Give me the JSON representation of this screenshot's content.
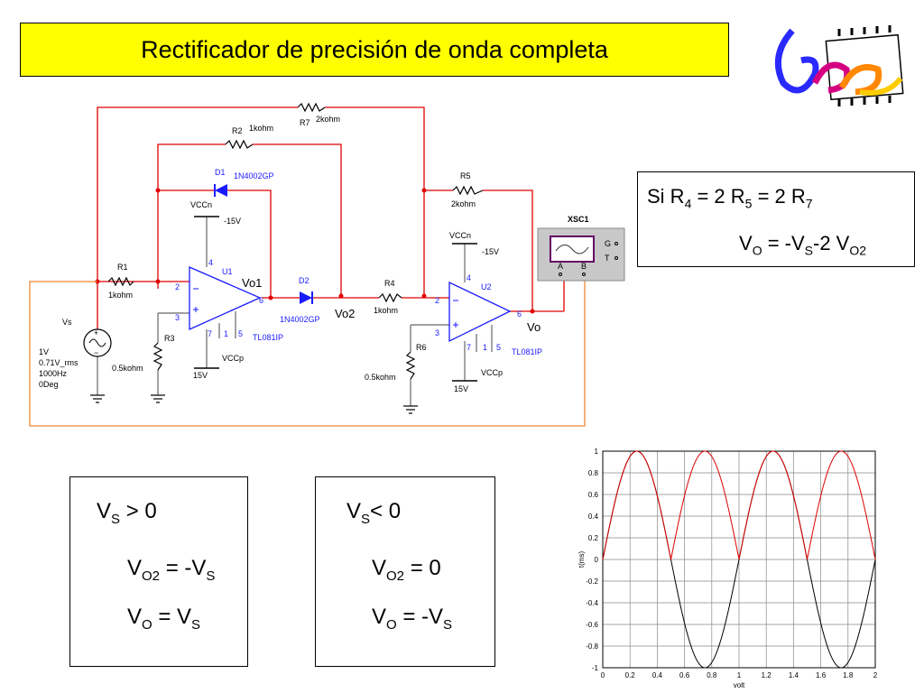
{
  "title": "Rectificador de precisión de onda completa",
  "circuit": {
    "r1": {
      "name": "R1",
      "value": "1kohm"
    },
    "r2": {
      "name": "R2",
      "value": "1kohm"
    },
    "r3": {
      "name": "R3",
      "value": "0.5kohm"
    },
    "r4": {
      "name": "R4",
      "value": "1kohm"
    },
    "r5": {
      "name": "R5",
      "value": "2kohm"
    },
    "r6": {
      "name": "R6",
      "value": "0.5kohm"
    },
    "r7": {
      "name": "R7",
      "value": "2kohm"
    },
    "d1": {
      "name": "D1",
      "part": "1N4002GP"
    },
    "d2": {
      "name": "D2",
      "part": "1N4002GP"
    },
    "u1": {
      "name": "U1",
      "part": "TL081IP",
      "pin_minus": "2",
      "pin_plus": "3",
      "pin_out": "6",
      "pin_top": "4",
      "pin_b1": "7",
      "pin_b2": "1",
      "pin_b3": "5"
    },
    "u2": {
      "name": "U2",
      "part": "TL081IP",
      "pin_minus": "2",
      "pin_plus": "3",
      "pin_out": "6",
      "pin_top": "4",
      "pin_b1": "7",
      "pin_b2": "1",
      "pin_b3": "5"
    },
    "vccn": "VCCn",
    "vccp": "VCCp",
    "neg15": "-15V",
    "pos15": "15V",
    "vs": {
      "name": "Vs",
      "amp": "1V",
      "rms": "0.71V_rms",
      "freq": "1000Hz",
      "phase": "0Deg"
    },
    "nodes": {
      "vo1": "Vo1",
      "vo2": "Vo2",
      "vo": "Vo"
    },
    "scope": {
      "name": "XSC1",
      "g": "G",
      "t": "T",
      "a": "A",
      "b": "B"
    }
  },
  "condition": {
    "line1_prefix": "Si R",
    "line1_s1": "4",
    "line1_mid1": " = 2 R",
    "line1_s2": "5",
    "line1_mid2": " = 2 R",
    "line1_s3": "7",
    "line2_prefix": "V",
    "line2_s1": "O",
    "line2_mid": " = -V",
    "line2_s2": "S",
    "line2_mid2": "-2 V",
    "line2_s3": "O2"
  },
  "case_pos": {
    "l1_v": "V",
    "l1_sub": "S",
    "l1_rest": " > 0",
    "l2_v": "V",
    "l2_sub": "O2",
    "l2_rest": " = -V",
    "l2_sub2": "S",
    "l3_v": "V",
    "l3_sub": "O",
    "l3_rest": " = V",
    "l3_sub2": "S"
  },
  "case_neg": {
    "l1_v": "V",
    "l1_sub": "S",
    "l1_rest": "< 0",
    "l2_v": "V",
    "l2_sub": "O2",
    "l2_rest": " = 0",
    "l3_v": "V",
    "l3_sub": "O",
    "l3_rest": " = -V",
    "l3_sub2": "S"
  },
  "chart_data": {
    "type": "line",
    "xlabel": "volt",
    "ylabel": "t(ms)",
    "xlim": [
      0,
      2
    ],
    "ylim": [
      -1,
      1
    ],
    "x_ticks": [
      "0",
      "0.2",
      "0.4",
      "0.6",
      "0.8",
      "1",
      "1.2",
      "1.4",
      "1.6",
      "1.8",
      "2"
    ],
    "y_ticks": [
      "1",
      "0.8",
      "0.6",
      "0.4",
      "0.2",
      "0",
      "-0.2",
      "-0.4",
      "-0.6",
      "-0.8",
      "-1"
    ],
    "grid": true,
    "series": [
      {
        "color": "#000000",
        "function": "sin(2*pi*x)",
        "x": [
          0,
          0.25,
          0.5,
          0.75,
          1.0,
          1.25,
          1.5,
          1.75,
          2.0
        ],
        "y": [
          0,
          1,
          0,
          -1,
          0,
          1,
          0,
          -1,
          0
        ]
      },
      {
        "color": "#dd0000",
        "function": "abs(sin(2*pi*x))",
        "x": [
          0,
          0.25,
          0.5,
          0.75,
          1.0,
          1.25,
          1.5,
          1.75,
          2.0
        ],
        "y": [
          0,
          1,
          0,
          1,
          0,
          1,
          0,
          1,
          0
        ]
      }
    ]
  }
}
